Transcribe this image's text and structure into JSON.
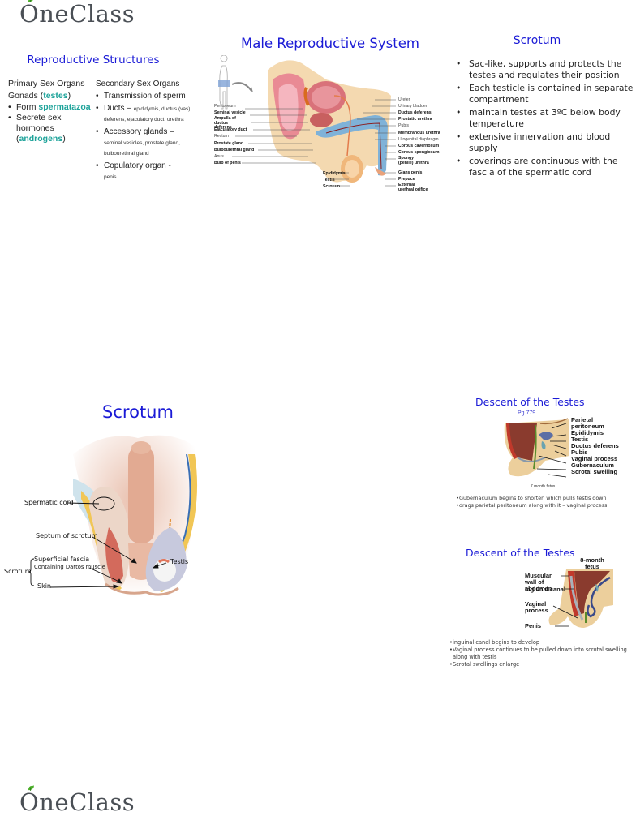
{
  "brand": {
    "name": "OneClass",
    "leaf_color": "#4caf2a",
    "text_color": "#4a4f55"
  },
  "colors": {
    "title_blue": "#1a1ad6",
    "highlight_teal": "#1ea39a"
  },
  "slide1": {
    "title": "Reproductive Structures",
    "left": {
      "heading": "Primary Sex Organs",
      "gonads_prefix": "Gonads (",
      "gonads_term": "testes",
      "gonads_suffix": ")",
      "bullets": [
        {
          "prefix": "Form ",
          "term": "spermatazoa",
          "suffix": ""
        },
        {
          "prefix": "Secrete sex hormones (",
          "term": "androgens",
          "suffix": ")"
        }
      ]
    },
    "right": {
      "heading": "Secondary Sex Organs",
      "bullets": [
        {
          "main": "Transmission of sperm",
          "detail": ""
        },
        {
          "main": "Ducts – ",
          "detail": "epididymis, ductus (vas) deferens, ejaculatory duct, urethra"
        },
        {
          "main": "Accessory glands –",
          "detail": "seminal vesicles, prostate gland, bulbourethral gland"
        },
        {
          "main": "Copulatory organ -",
          "detail": "penis"
        }
      ]
    }
  },
  "slide2": {
    "title": "Male Reproductive System",
    "left_labels": [
      "Peritoneum",
      "Seminal vesicle",
      "Ampulla of ductus deferens",
      "Ejaculatory duct",
      "Rectum",
      "Prostate gland",
      "Bulbourethral gland",
      "Anus",
      "Bulb of penis"
    ],
    "right_labels": [
      "Ureter",
      "Urinary bladder",
      "Ductus deferens",
      "Prostatic urethra",
      "Pubis",
      "Membranous urethra",
      "Urogenital diaphragm",
      "Corpus cavernosum",
      "Corpus spongiosum",
      "Spongy (penile) urethra",
      "Glans penis",
      "Prepuce",
      "External urethral orifice"
    ],
    "bottom_labels": [
      "Epididymis",
      "Testis",
      "Scrotum"
    ]
  },
  "slide3": {
    "title": "Scrotum",
    "bullets": [
      "Sac-like, supports and protects the testes and regulates their position",
      "Each testicle is contained in separate compartment",
      "maintain testes at 3ºC below body temperature",
      "extensive innervation and blood supply",
      "coverings are continuous with the fascia of the spermatic cord"
    ]
  },
  "slide4": {
    "title": "Scrotum",
    "labels": {
      "spermatic_cord": "Spermatic cord",
      "septum": "Septum of scrotum",
      "superficial_fascia": "Superficial fascia",
      "dartos": "Containing Dartos muscle",
      "scrotum": "Scrotum",
      "skin": "Skin",
      "testis": "Testis"
    }
  },
  "slide5": {
    "title": "Descent of the Testes",
    "page_ref": "Pg 779",
    "labels": [
      "Parietal peritoneum",
      "Epididymis",
      "Testis",
      "Ductus deferens",
      "Pubis",
      "Vaginal process",
      "Gubernaculum",
      "Scrotal swelling"
    ],
    "caption": "7 month fetus",
    "bullets": [
      "Gubernaculum begins to shorten which pulls testis down",
      "drags parietal peritoneum along with it – vaginal process"
    ]
  },
  "slide6": {
    "title": "Descent of the Testes",
    "fetus_label": "8-month fetus",
    "labels": [
      "Muscular wall of abdomen",
      "Inguinal canal",
      "Vaginal process",
      "Penis"
    ],
    "bullets": [
      "inguinal canal begins to develop",
      "Vaginal process continues to be pulled down into scrotal swelling along with testis",
      "Scrotal swellings enlarge"
    ]
  }
}
